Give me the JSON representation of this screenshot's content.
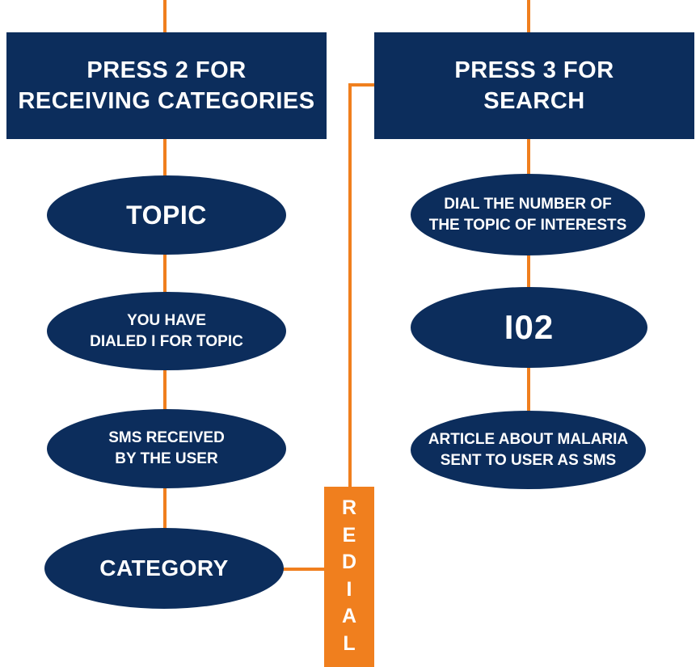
{
  "colors": {
    "node_fill": "#0c2d5c",
    "connector": "#f07f1e",
    "text": "#ffffff"
  },
  "left_branch": {
    "header_line1": "PRESS 2 FOR",
    "header_line2": "RECEIVING CATEGORIES",
    "topic": "TOPIC",
    "dialed_line1": "YOU HAVE",
    "dialed_line2": "DIALED I FOR TOPIC",
    "sms_line1": "SMS RECEIVED",
    "sms_line2": "BY THE USER",
    "category": "CATEGORY"
  },
  "right_branch": {
    "header_line1": "PRESS 3 FOR",
    "header_line2": "SEARCH",
    "dial_line1": "DIAL THE NUMBER OF",
    "dial_line2": "THE TOPIC OF INTERESTS",
    "number": "I02",
    "article_line1": "ARTICLE ABOUT MALARIA",
    "article_line2": "SENT TO USER AS SMS"
  },
  "redial": {
    "letters": [
      "R",
      "E",
      "D",
      "I",
      "A",
      "L"
    ]
  }
}
